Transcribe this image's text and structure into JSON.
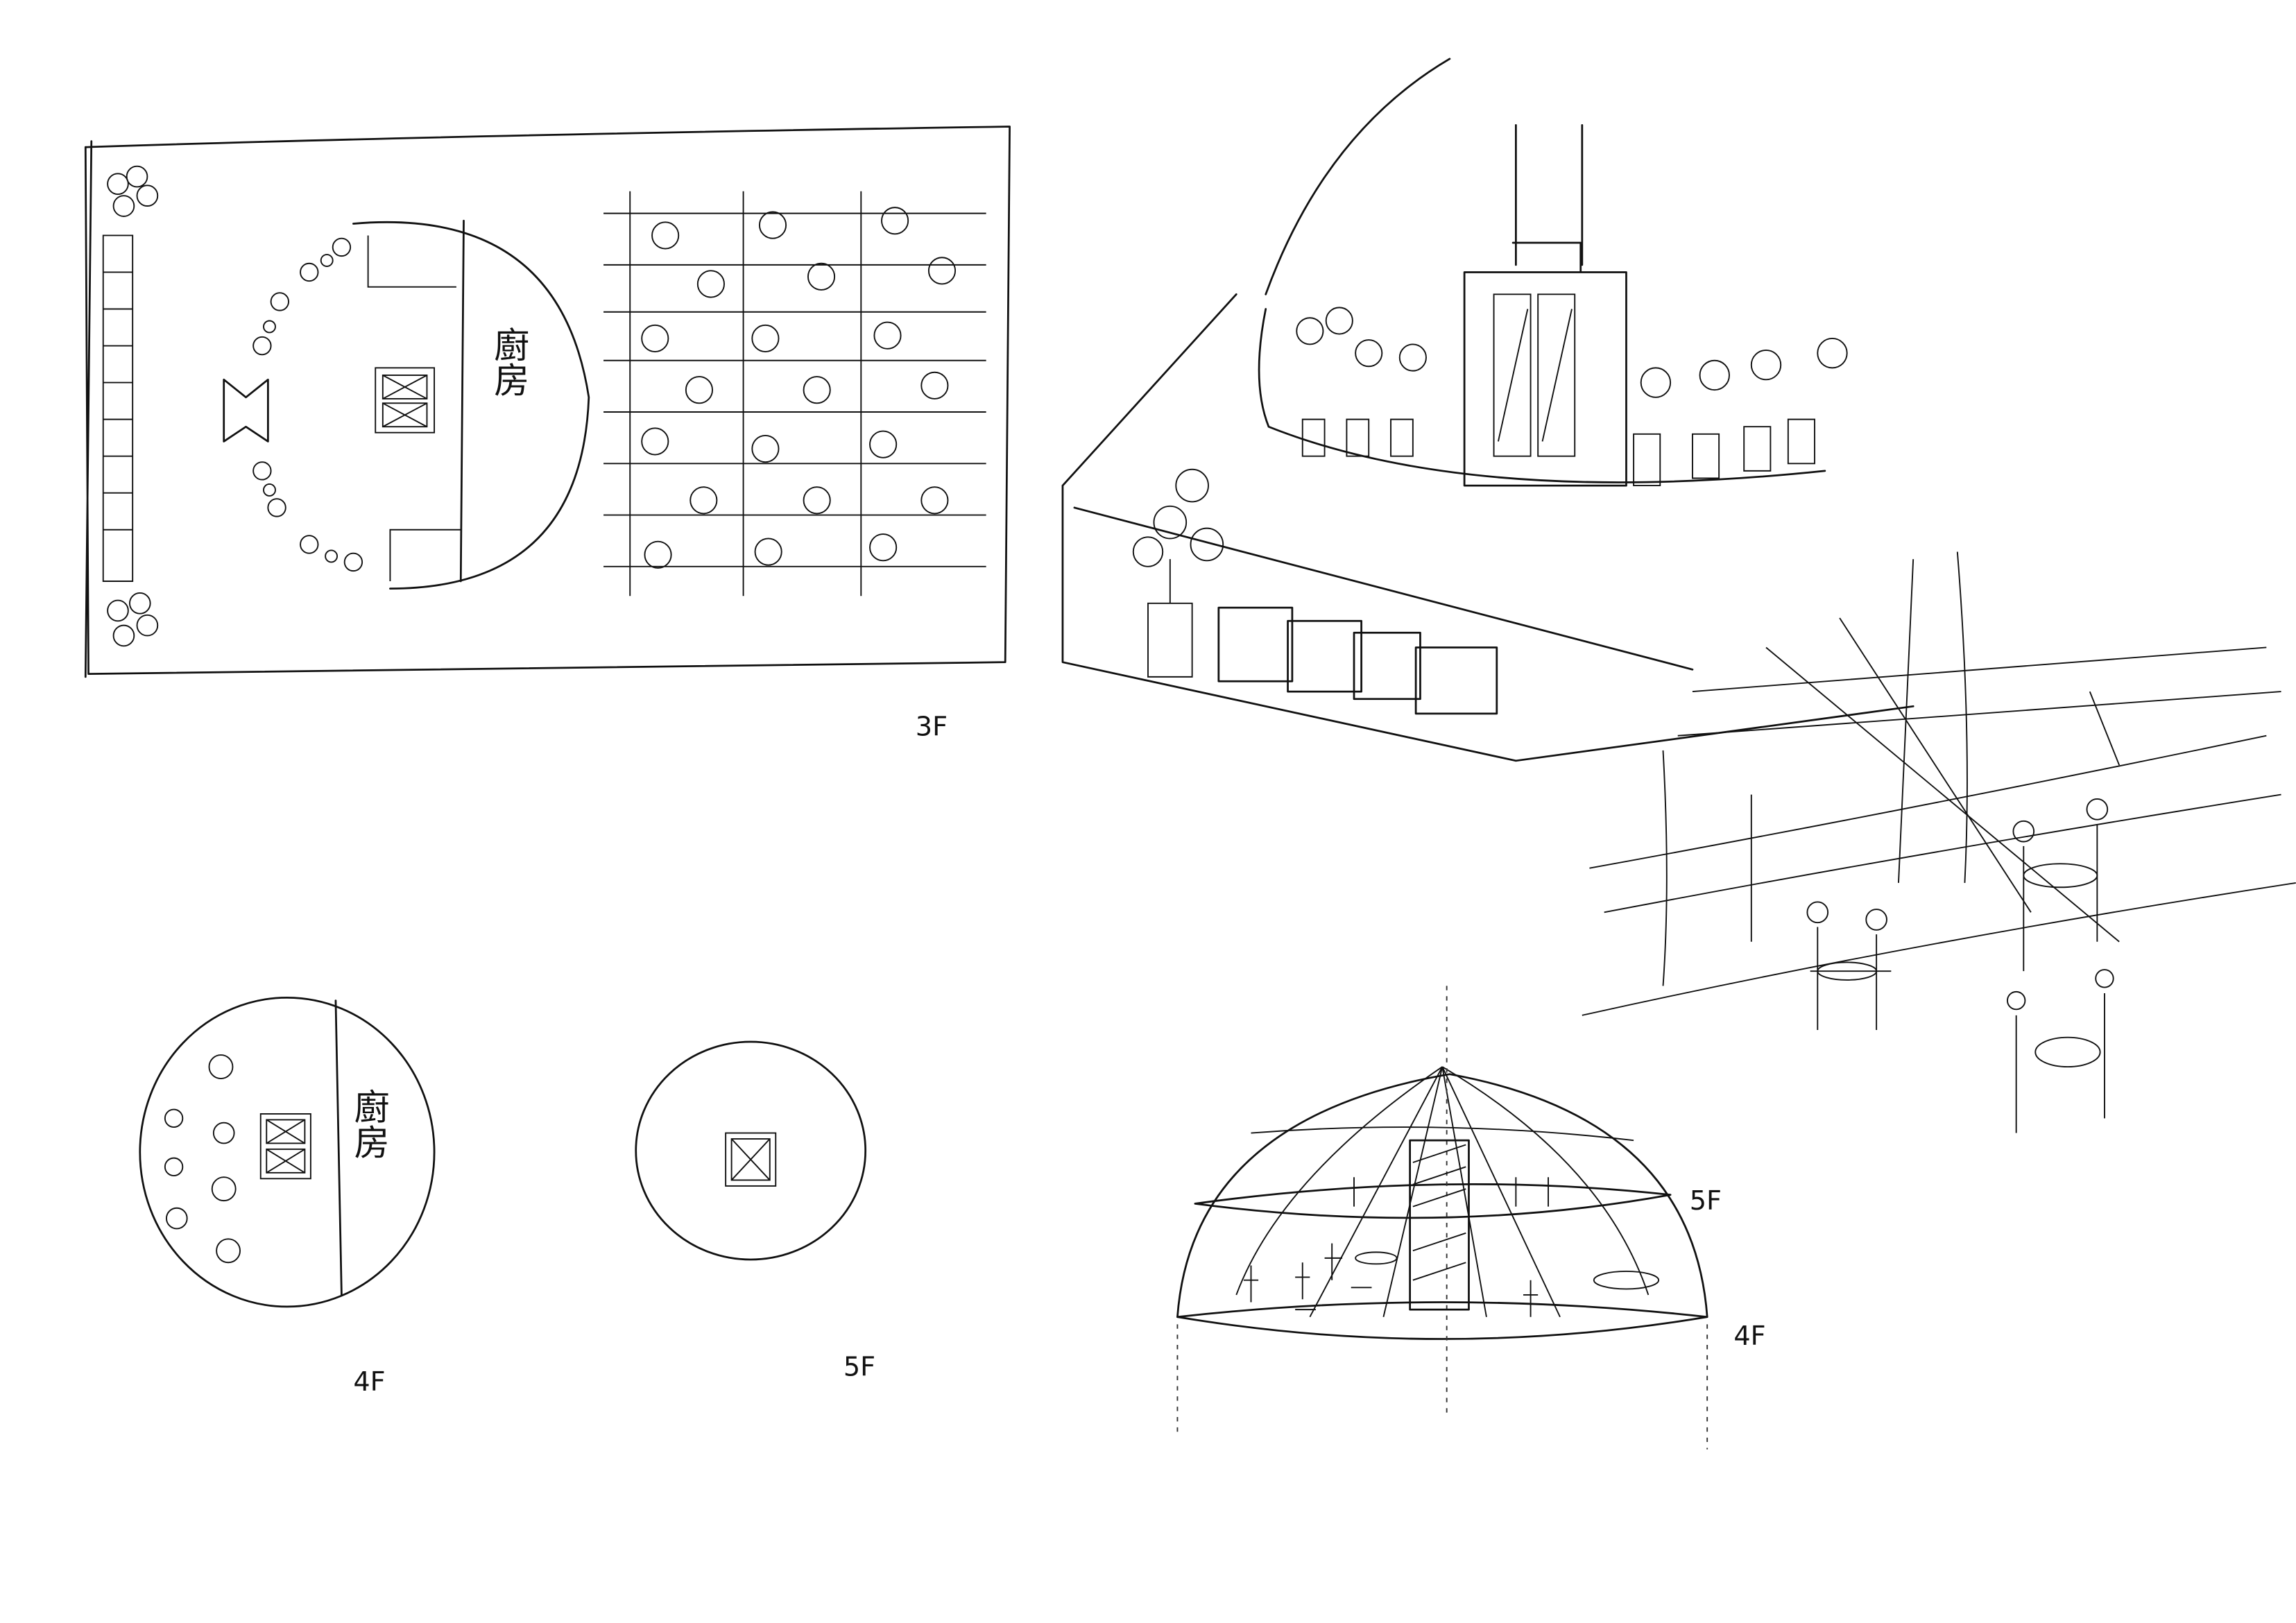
{
  "sheet": {
    "plan_3f": {
      "kitchen_label": "廚房",
      "floor_label": "3F"
    },
    "plan_4f": {
      "kitchen_label": "廚房",
      "floor_label": "4F"
    },
    "plan_5f": {
      "floor_label": "5F"
    },
    "dome_section": {
      "upper_label": "5F",
      "lower_label": "4F"
    }
  }
}
